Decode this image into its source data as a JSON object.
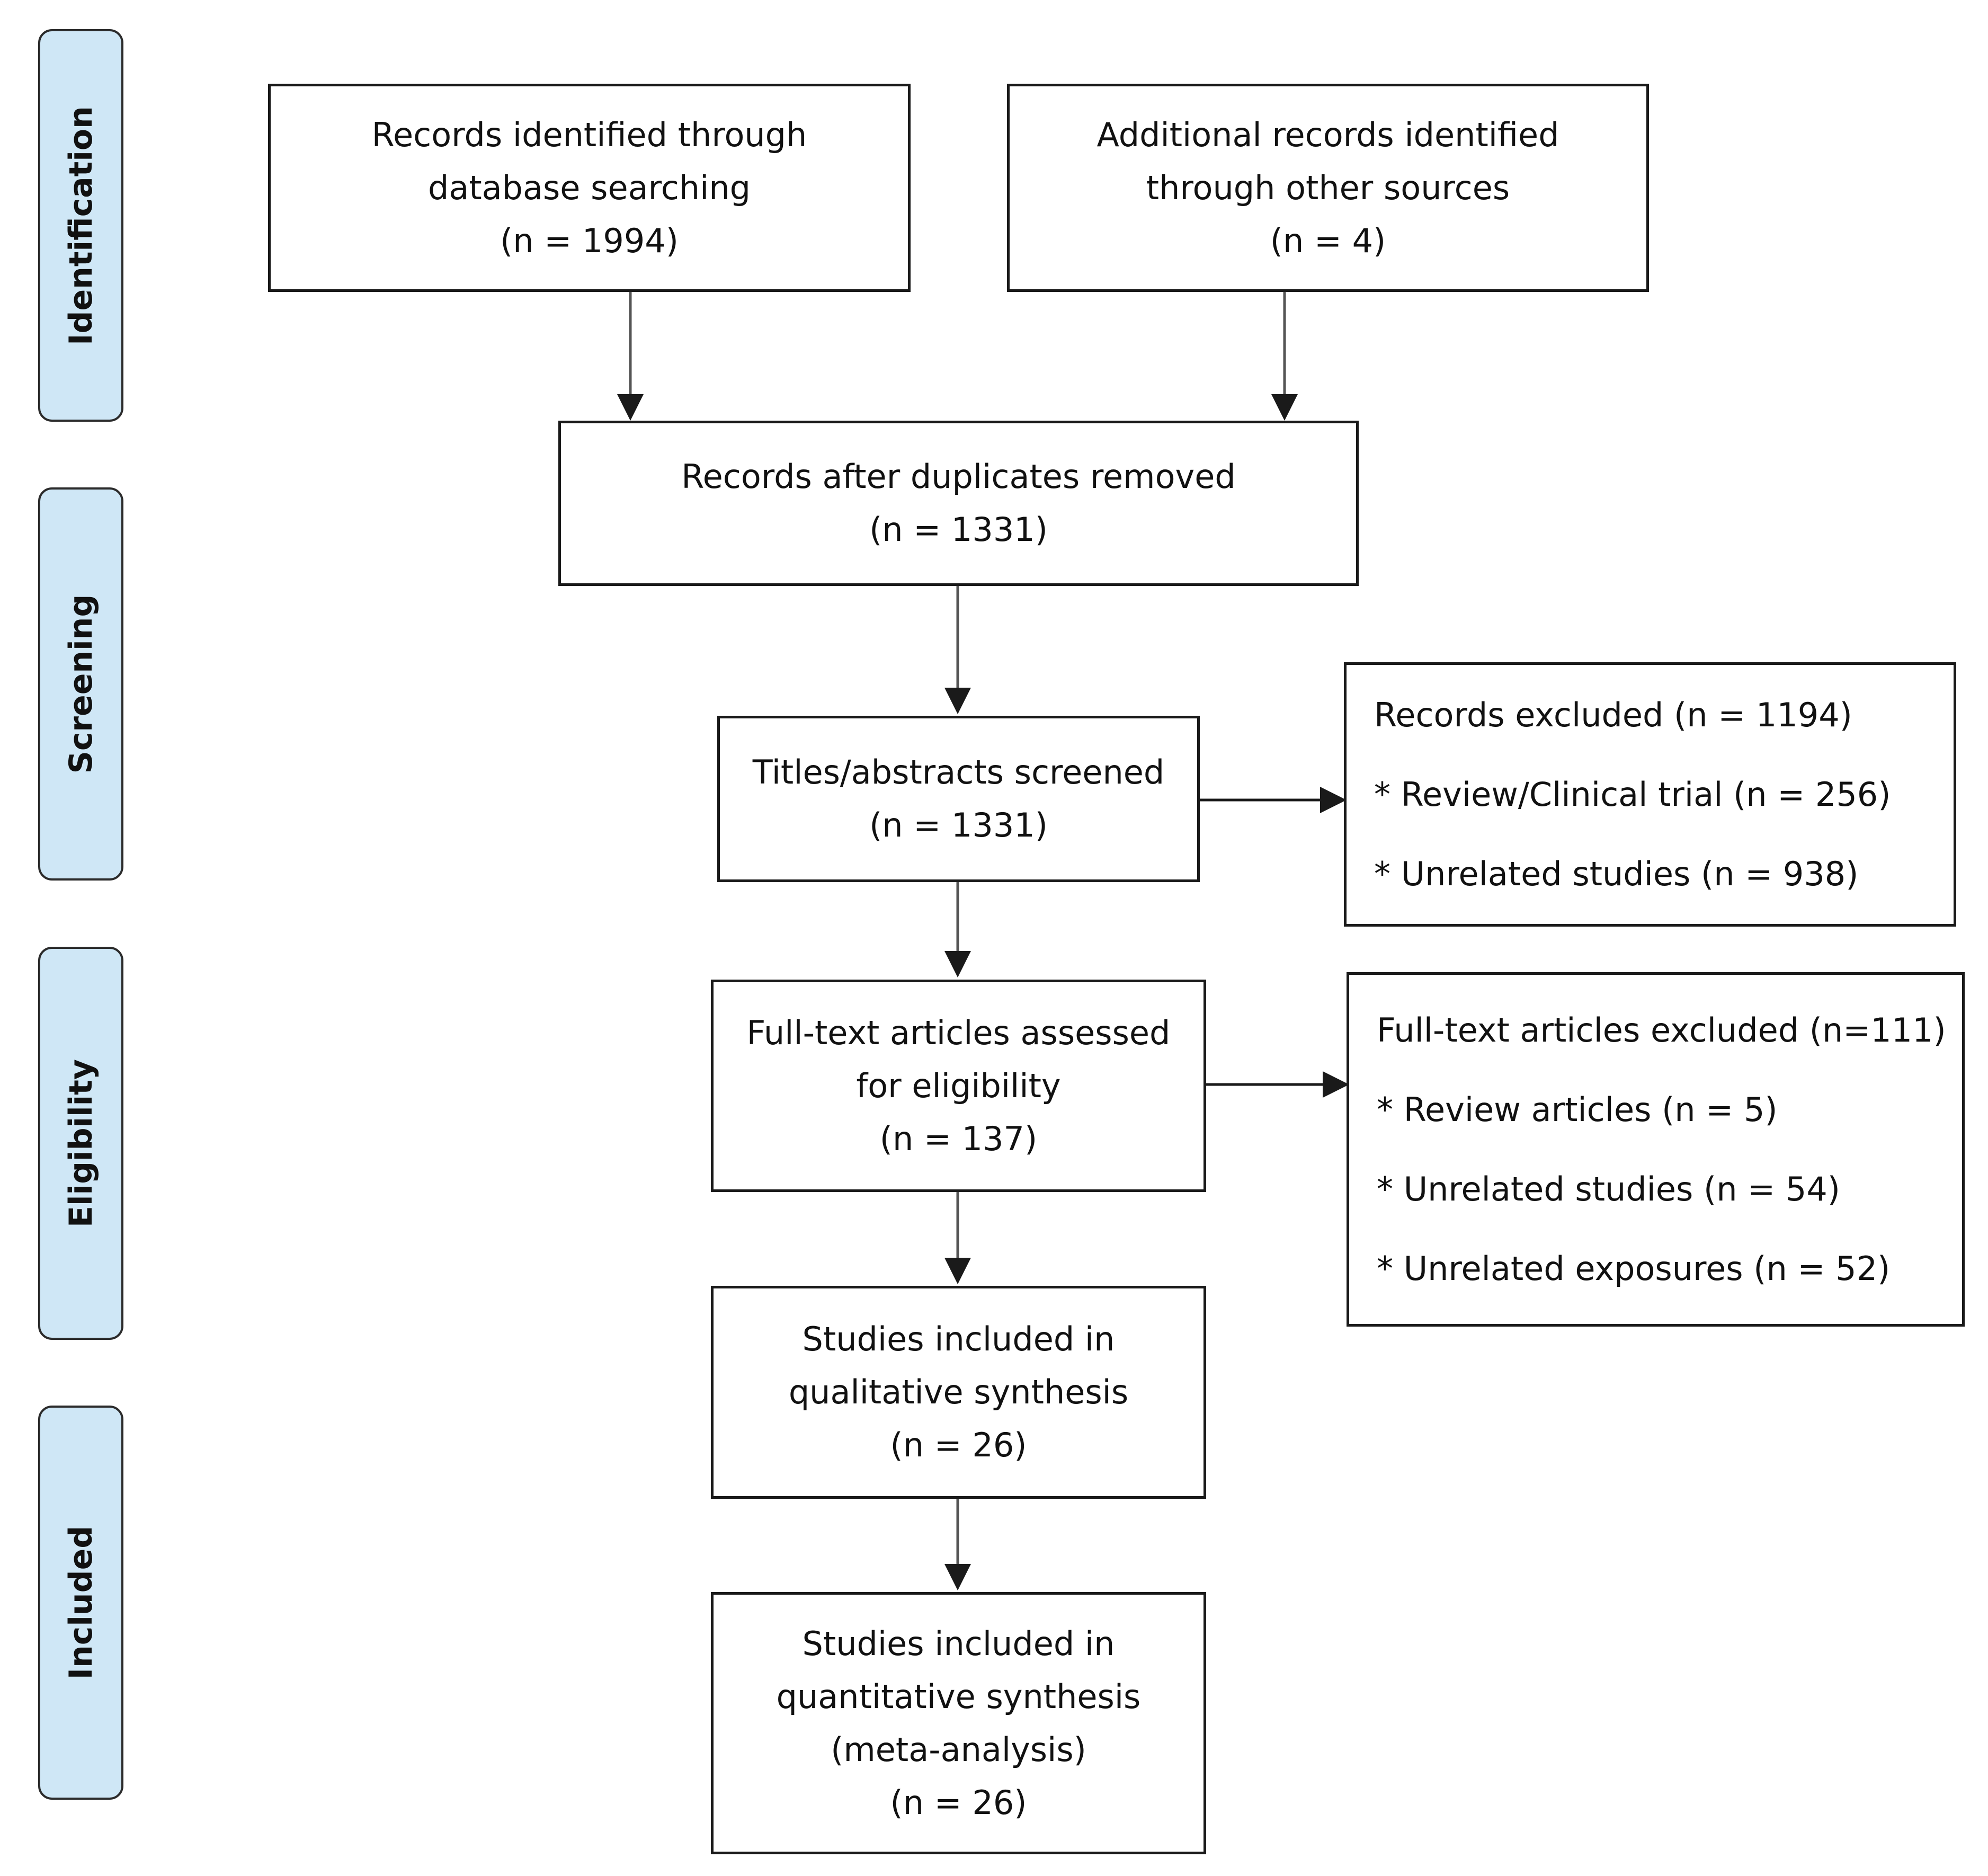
{
  "stages": [
    {
      "id": "identification",
      "label": "Identification"
    },
    {
      "id": "screening",
      "label": "Screening"
    },
    {
      "id": "eligibility",
      "label": "Eligibility"
    },
    {
      "id": "included",
      "label": "Included"
    }
  ],
  "boxes": {
    "database": {
      "lines": [
        "Records identified through",
        "database searching",
        "(n = 1994)"
      ]
    },
    "other_sources": {
      "lines": [
        "Additional records identified",
        "through other sources",
        "(n = 4)"
      ]
    },
    "duplicates_removed": {
      "lines": [
        "Records after duplicates removed",
        "(n = 1331)"
      ]
    },
    "screened": {
      "lines": [
        "Titles/abstracts screened",
        "(n = 1331)"
      ]
    },
    "records_excluded": {
      "lines": [
        "Records excluded (n = 1194)",
        "* Review/Clinical trial (n = 256)",
        "* Unrelated studies (n = 938)"
      ]
    },
    "fulltext_assessed": {
      "lines": [
        "Full-text articles assessed",
        "for eligibility",
        "(n = 137)"
      ]
    },
    "fulltext_excluded": {
      "lines": [
        "Full-text articles excluded (n=111)",
        "* Review articles (n = 5)",
        "* Unrelated studies (n = 54)",
        "* Unrelated exposures (n = 52)"
      ]
    },
    "qualitative": {
      "lines": [
        "Studies included in",
        "qualitative synthesis",
        "(n = 26)"
      ]
    },
    "quantitative": {
      "lines": [
        "Studies included in",
        "quantitative synthesis",
        "(meta-analysis)",
        "(n = 26)"
      ]
    }
  },
  "colors": {
    "stage_fill": "#cfe7f6",
    "stroke": "#1a1a1a",
    "arrow": "#555555"
  }
}
